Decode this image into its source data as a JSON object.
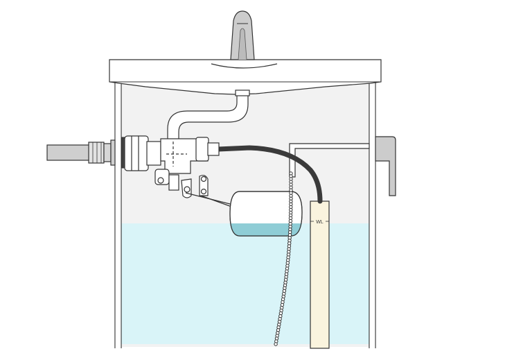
{
  "diagram": {
    "water_level_label": "WL",
    "colors": {
      "tank_interior": "#f2f2f2",
      "water": "#d9f4f8",
      "float_water": "#8fcdd6",
      "overflow_pipe": "#faf4de",
      "hose": "#3a3a3a",
      "outline": "#333333",
      "supply_pipe": "#cfcfcf",
      "background": "#ffffff"
    },
    "components": [
      "faucet-spout-icon",
      "tank-lid",
      "supply-pipe",
      "ball-tap-valve",
      "refill-hose",
      "float-ball",
      "float-arm",
      "flush-lever",
      "lever-chain",
      "overflow-pipe"
    ]
  }
}
